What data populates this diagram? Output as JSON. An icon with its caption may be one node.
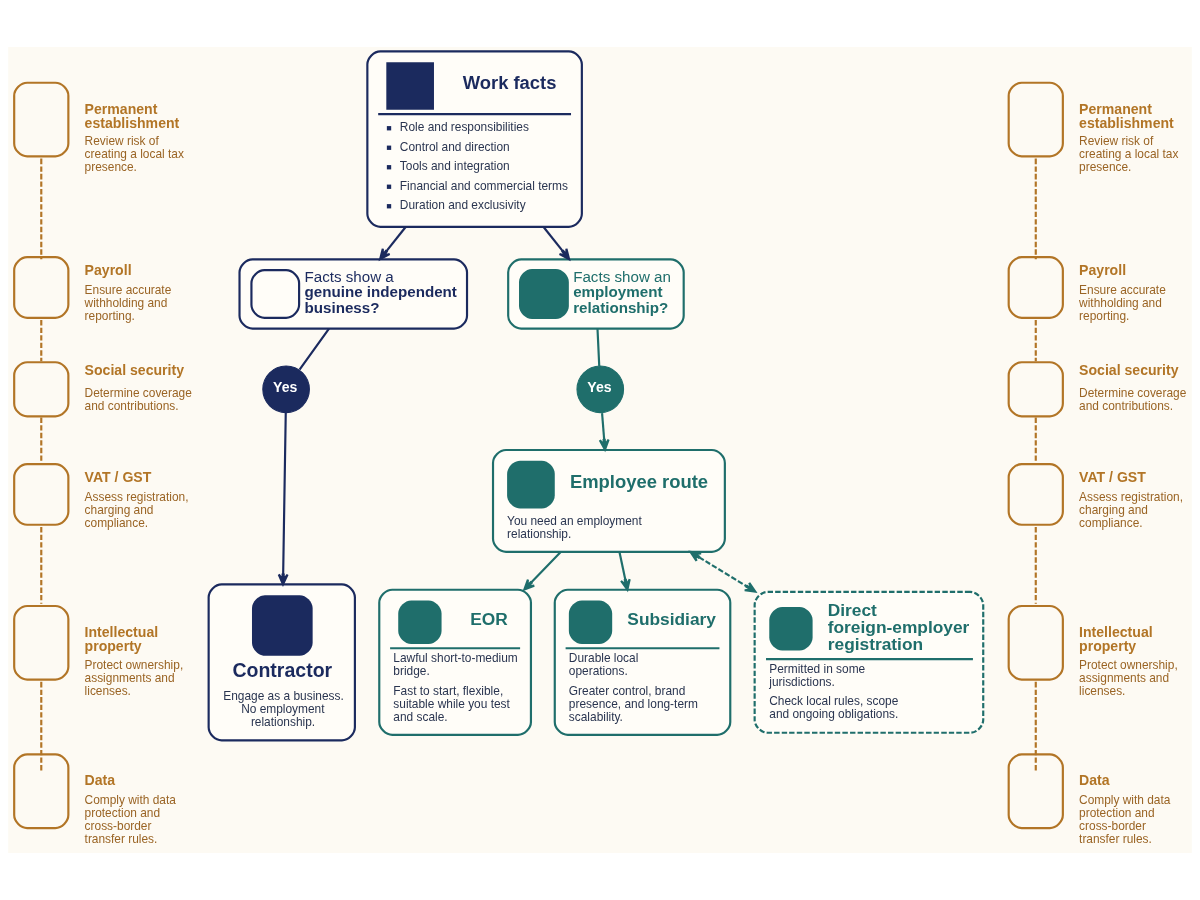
{
  "diagram": {
    "nodes": [
      {
        "text": [
          "Permanent establishment",
          "Review risk of creating a local tax presence."
        ]
      },
      {
        "text": [
          "Payroll",
          "Ensure accurate withholding and reporting."
        ]
      },
      {
        "text": [
          "Social security",
          "Determine coverage and contributions."
        ]
      },
      {
        "text": [
          "VAT / GST",
          "Assess registration, charging and compliance."
        ]
      },
      {
        "text": [
          "Intellectual property",
          "Protect ownership, assignments and licenses."
        ]
      },
      {
        "text": [
          "Data",
          "Comply with data protection and cross-border transfer rules."
        ]
      },
      {
        "text": [
          "Work facts",
          "Role and responsibilities",
          "Control and direction",
          "Tools and integration",
          "Financial and commercial terms",
          "Duration and exclusivity"
        ]
      },
      {
        "text": [
          "Facts show a **genuine independent business?**"
        ]
      },
      {
        "text": [
          "Facts show an **employment relationship?**"
        ]
      },
      {
        "text": [
          "Yes"
        ]
      },
      {
        "text": [
          "Yes"
        ]
      },
      {
        "text": [
          "Employee route",
          "You need an employment relationship."
        ]
      },
      {
        "text": [
          "Contractor",
          "Engage as a business. No employment relationship."
        ]
      },
      {
        "text": [
          "EOR",
          "Lawful short-to-medium bridge.",
          "Fast to start, flexible, suitable while you test and scale."
        ]
      },
      {
        "text": [
          "Subsidiary",
          "Durable local operations.",
          "Greater control, brand presence, and long-term scalability."
        ]
      },
      {
        "text": [
          "Direct foreign-employer registration",
          "Permitted in some jurisdictions.",
          "Check local rules, scope and ongoing obligations."
        ]
      },
      {
        "text": [
          "Permanent establishment",
          "Review risk of creating a local tax presence."
        ]
      },
      {
        "text": [
          "Payroll",
          "Ensure accurate withholding and reporting."
        ]
      },
      {
        "text": [
          "Social security",
          "Determine coverage and contributions."
        ]
      },
      {
        "text": [
          "VAT / GST",
          "Assess registration, charging and compliance."
        ]
      },
      {
        "text": [
          "Intellectual property",
          "Protect ownership, assignments and licenses."
        ]
      },
      {
        "text": [
          "Data",
          "Comply with data protection and cross-border transfer rules."
        ]
      }
    ],
    "edges": [
      {
        "from": 6,
        "to": 7,
        "arrow": "to",
        "color": "#1b2a5e"
      },
      {
        "from": 6,
        "to": 8,
        "arrow": "to",
        "color": "#1b2a5e"
      },
      {
        "from": 7,
        "to": 9,
        "arrow": "none",
        "color": "#1b2a5e"
      },
      {
        "from": 9,
        "to": 12,
        "arrow": "to",
        "color": "#1b2a5e"
      },
      {
        "from": 8,
        "to": 10,
        "arrow": "none",
        "color": "#1f6e6b"
      },
      {
        "from": 10,
        "to": 11,
        "arrow": "to",
        "color": "#1f6e6b"
      },
      {
        "from": 11,
        "to": 13,
        "arrow": "to",
        "color": "#1f6e6b"
      },
      {
        "from": 11,
        "to": 14,
        "arrow": "to",
        "color": "#1f6e6b"
      },
      {
        "from": 11,
        "to": 15,
        "arrow": "both",
        "style": "dashed",
        "color": "#1f6e6b"
      },
      {
        "from": 0,
        "to": 1,
        "arrow": "none",
        "style": "dashed"
      },
      {
        "from": 1,
        "to": 2,
        "arrow": "none",
        "style": "dashed"
      },
      {
        "from": 2,
        "to": 3,
        "arrow": "none",
        "style": "dashed"
      },
      {
        "from": 3,
        "to": 4,
        "arrow": "none",
        "style": "dashed"
      },
      {
        "from": 4,
        "to": 5,
        "arrow": "none",
        "style": "dashed"
      },
      {
        "from": 16,
        "to": 17,
        "arrow": "none",
        "style": "dashed"
      },
      {
        "from": 17,
        "to": 18,
        "arrow": "none",
        "style": "dashed"
      },
      {
        "from": 18,
        "to": 19,
        "arrow": "none",
        "style": "dashed"
      },
      {
        "from": 19,
        "to": 20,
        "arrow": "none",
        "style": "dashed"
      },
      {
        "from": 20,
        "to": 21,
        "arrow": "none",
        "style": "dashed"
      }
    ]
  }
}
